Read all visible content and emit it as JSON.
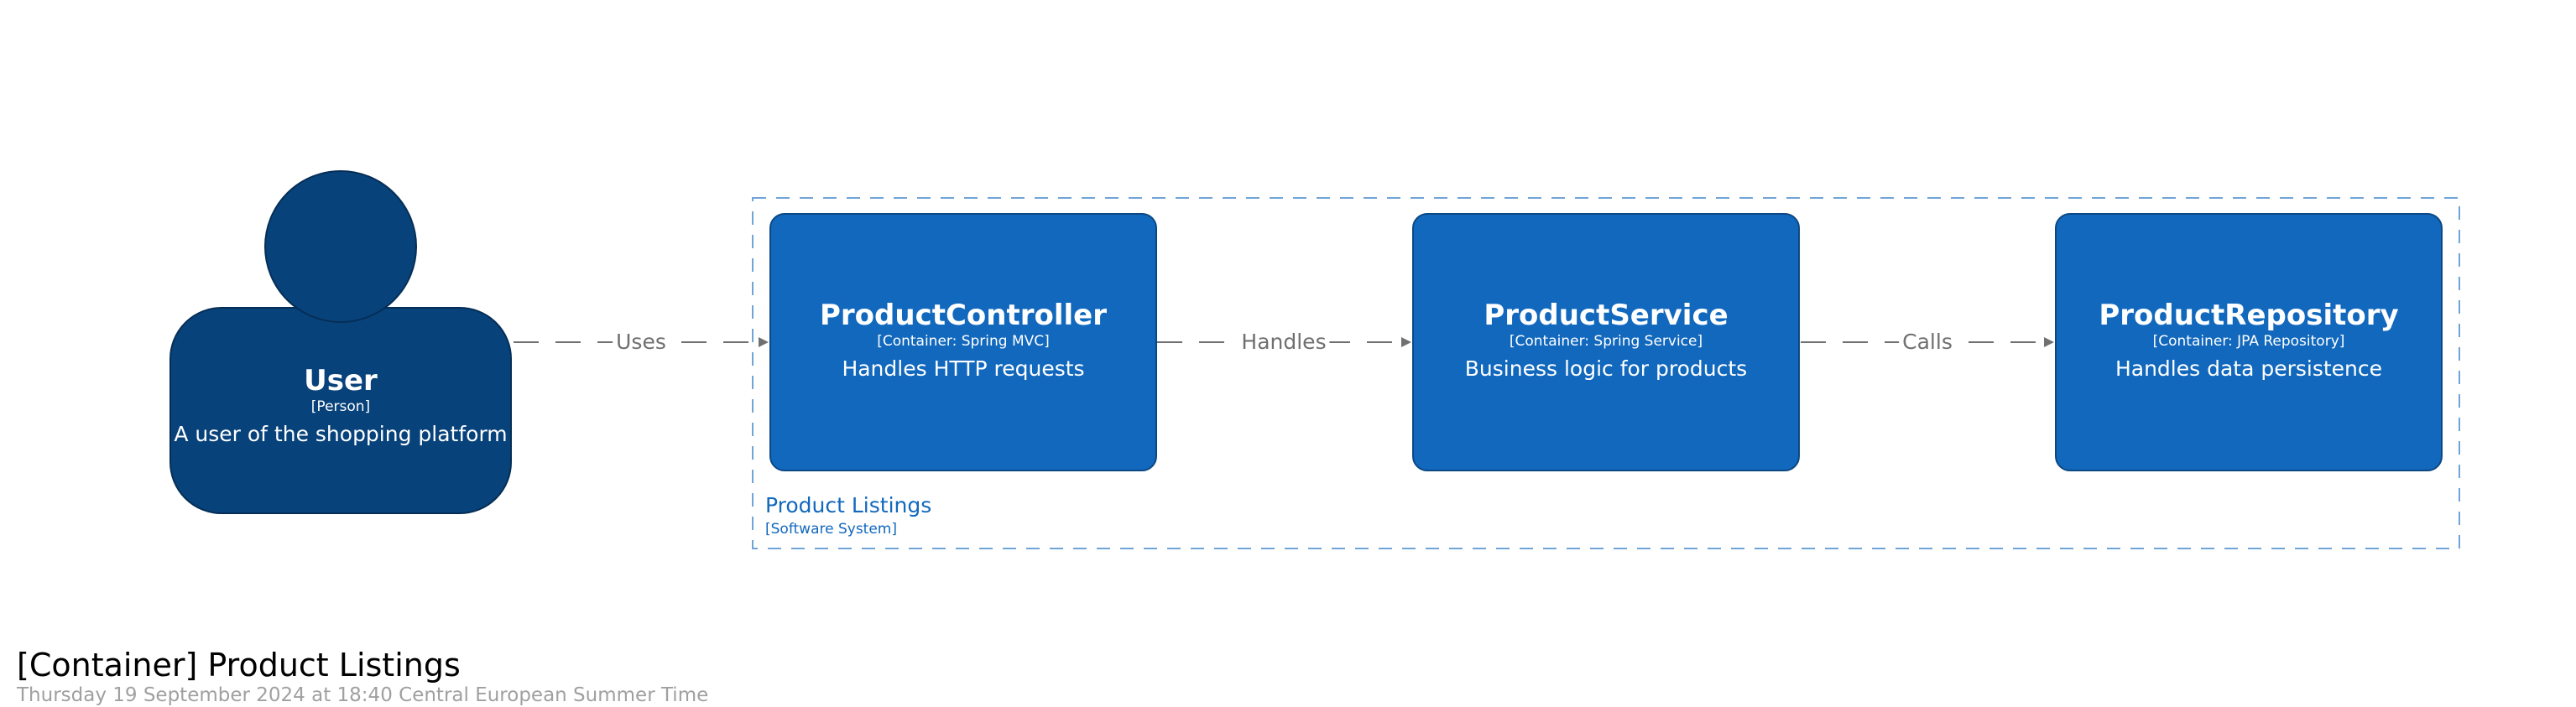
{
  "person": {
    "name": "User",
    "type": "[Person]",
    "description": "A user of the shopping platform"
  },
  "boundary": {
    "name": "Product Listings",
    "type": "[Software System]"
  },
  "containers": [
    {
      "name": "ProductController",
      "technology": "[Container: Spring MVC]",
      "description": "Handles HTTP requests"
    },
    {
      "name": "ProductService",
      "technology": "[Container: Spring Service]",
      "description": "Business logic for products"
    },
    {
      "name": "ProductRepository",
      "technology": "[Container: JPA Repository]",
      "description": "Handles data persistence"
    }
  ],
  "relationships": [
    {
      "label": "Uses"
    },
    {
      "label": "Handles"
    },
    {
      "label": "Calls"
    }
  ],
  "footer": {
    "title": "[Container] Product Listings",
    "date": "Thursday 19 September 2024 at 18:40 Central European Summer Time"
  },
  "colors": {
    "person": "#08427b",
    "container": "#1168bd",
    "boundary": "#1168bd",
    "relationship": "#707070"
  }
}
